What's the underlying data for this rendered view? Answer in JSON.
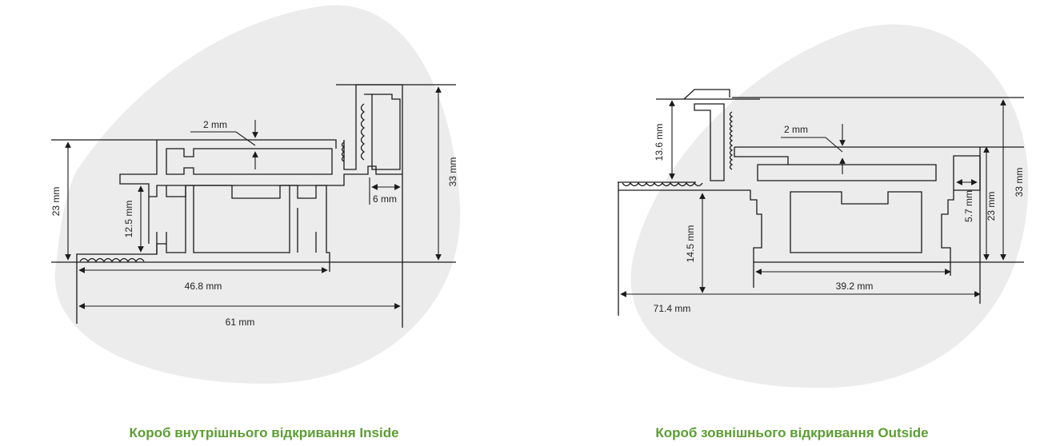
{
  "colors": {
    "blob": "#ececec",
    "line": "#1a1a1a",
    "caption": "#5b9e31"
  },
  "left_profile": {
    "caption": "Короб внутрішнього відкривання Inside",
    "dims": {
      "wall": "2 mm",
      "lip": "6 mm",
      "height_total": "33 mm",
      "height_frame": "23 mm",
      "height_inner": "12.5 mm",
      "width_inner": "46.8 mm",
      "width_total": "61 mm"
    }
  },
  "right_profile": {
    "caption": "Короб зовнішнього відкривання Outside",
    "dims": {
      "wall": "2 mm",
      "lip": "13.6 mm",
      "height_left": "14.5 mm",
      "height_small": "5.7 mm",
      "height_frame": "23 mm",
      "height_total": "33 mm",
      "width_inner": "39.2 mm",
      "width_total": "71.4 mm"
    }
  }
}
